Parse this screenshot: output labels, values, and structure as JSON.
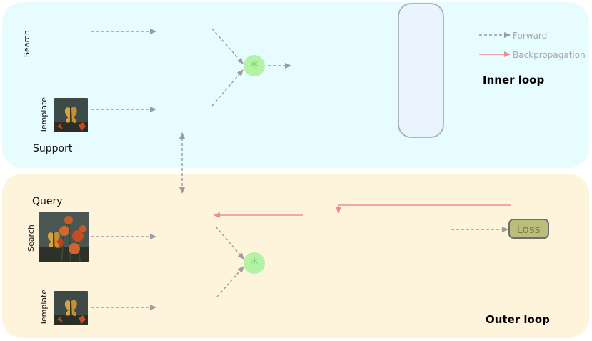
{
  "panels": {
    "inner": {
      "section_label": "Support",
      "loop_label": "Inner loop",
      "fill": "#E6FCFE"
    },
    "outer": {
      "section_label": "Query",
      "loop_label": "Outer loop",
      "fill": "#FEF4DC"
    }
  },
  "row_labels": {
    "support_search": "Search",
    "support_template": "Template",
    "query_search": "Search",
    "query_template": "Template"
  },
  "legend": {
    "forward": {
      "label": "Forward",
      "color": "#999999"
    },
    "backprop": {
      "label": "Backpropagation",
      "color": "#F4A3A0"
    }
  },
  "nodes": {
    "correlation_symbol": "*",
    "loss_label": "Loss"
  },
  "colors": {
    "correlation_fill": "#B4F3A6",
    "correlation_symbol": "#7ED67A",
    "loss_fill": "#B9BE7A",
    "loss_stroke": "#6E6E6E",
    "loss_text": "#7A7E3E",
    "module_fill": "#EAF4FE",
    "module_stroke": "#A6ADB4",
    "forward_arrow": "#9C9C9C",
    "backprop_arrow": "#F28C88"
  },
  "icons": [
    "butterfly-template-image",
    "butterfly-search-image"
  ]
}
